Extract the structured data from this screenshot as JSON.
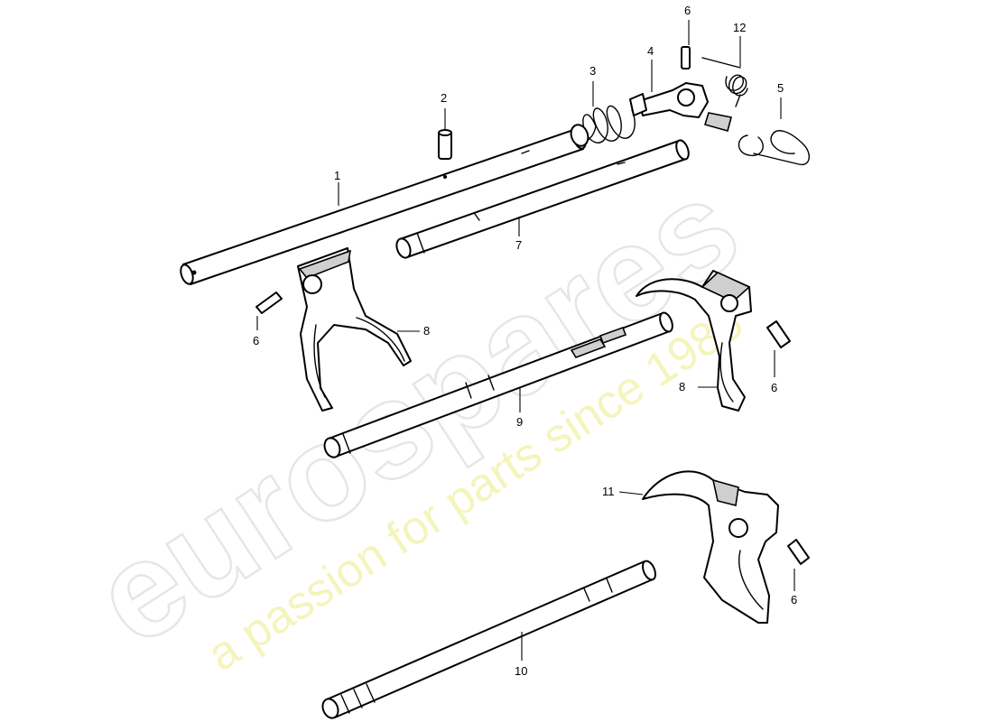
{
  "watermark": {
    "brand": "eurospares",
    "tagline": "a passion for parts since 1985"
  },
  "callouts": {
    "c1": "1",
    "c2": "2",
    "c3": "3",
    "c4": "4",
    "c5": "5",
    "c6_top": "6",
    "c6_left": "6",
    "c6_mid": "6",
    "c6_bottom": "6",
    "c7": "7",
    "c8_left": "8",
    "c8_right": "8",
    "c9": "9",
    "c10": "10",
    "c11": "11",
    "c12": "12"
  }
}
